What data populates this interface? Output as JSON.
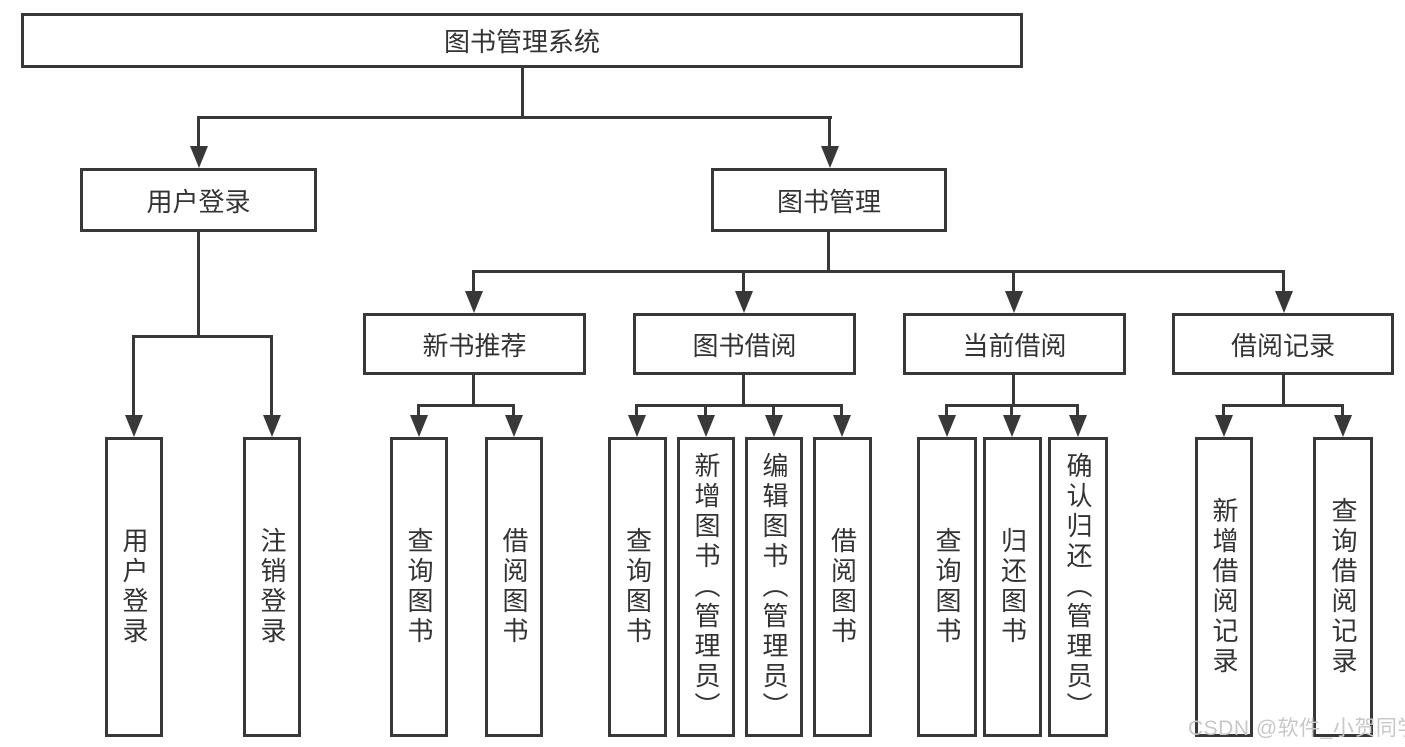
{
  "tree": {
    "root": "图书管理系统",
    "user_login": {
      "label": "用户登录",
      "children": {
        "login": "用户登录",
        "logout": "注销登录"
      }
    },
    "book_management": {
      "label": "图书管理",
      "modules": {
        "new_book": {
          "label": "新书推荐",
          "children": {
            "query": "查询图书",
            "borrow": "借阅图书"
          }
        },
        "borrowing": {
          "label": "图书借阅",
          "children": {
            "query": "查询图书",
            "add": "新增图书（管理员）",
            "edit": "编辑图书（管理员）",
            "borrow": "借阅图书"
          }
        },
        "current": {
          "label": "当前借阅",
          "children": {
            "query": "查询图书",
            "return_book": "归还图书",
            "confirm": "确认归还（管理员）"
          }
        },
        "records": {
          "label": "借阅记录",
          "children": {
            "add": "新增借阅记录",
            "query": "查询借阅记录"
          }
        }
      }
    }
  },
  "watermark": "CSDN @软件_小贺同学",
  "colors": {
    "line": "#383838",
    "text": "#333333",
    "watermark": "#c8c8c8",
    "background": "#ffffff"
  }
}
